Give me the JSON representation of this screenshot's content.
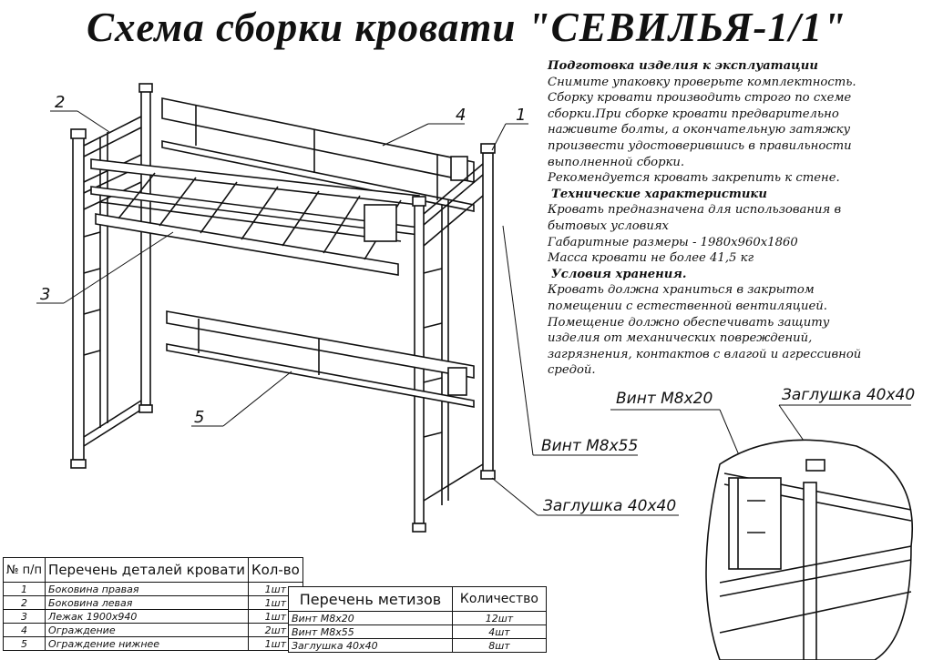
{
  "title": "Схема сборки кровати \"СЕВИЛЬЯ-1/1\"",
  "info": {
    "section1_title": "Подготовка изделия к эксплуатации",
    "section1_lines": [
      "Снимите упаковку проверьте комплектность.",
      "Сборку кровати производить строго по схеме",
      "сборки.При сборке кровати  предварительно",
      "наживите  болты, а окончательную затяжку",
      "произвести удостоверившись в правильности",
      "выполненной сборки.",
      "Рекомендуется кровать закрепить к стене."
    ],
    "section2_title": "Технические характеристики",
    "section2_lines": [
      "Кровать предназначена для использования в",
      "бытовых условиях",
      "Габаритные размеры - 1980х960х1860",
      "Масса кровати не более 41,5 кг"
    ],
    "section3_title": "Условия хранения.",
    "section3_lines": [
      "Кровать должна храниться в закрытом",
      "помещении с естественной вентиляцией.",
      "Помещение должно обеспечивать защиту",
      "изделия от механических повреждений,",
      "загрязнения, контактов с влагой и агрессивной",
      "средой."
    ]
  },
  "callouts": {
    "n1": "1",
    "n2": "2",
    "n3": "3",
    "n4": "4",
    "n5": "5",
    "screw_m8x55": "Винт М8х55",
    "cap_main": "Заглушка 40х40",
    "detail_screw": "Винт М8х20",
    "detail_cap": "Заглушка 40х40"
  },
  "parts_table": {
    "headers": [
      "№ п/п",
      "Перечень деталей кровати",
      "Кол-во"
    ],
    "rows": [
      [
        "1",
        "Боковина правая",
        "1шт"
      ],
      [
        "2",
        "Боковина левая",
        "1шт"
      ],
      [
        "3",
        "Лежак 1900х940",
        "1шт"
      ],
      [
        "4",
        "Ограждение",
        "2шт"
      ],
      [
        "5",
        "Ограждение нижнее",
        "1шт"
      ]
    ]
  },
  "hardware_table": {
    "headers": [
      "Перечень метизов",
      "Количество"
    ],
    "rows": [
      [
        "Винт М8х20",
        "12шт"
      ],
      [
        "Винт М8х55",
        "4шт"
      ],
      [
        "Заглушка 40х40",
        "8шт"
      ]
    ]
  }
}
